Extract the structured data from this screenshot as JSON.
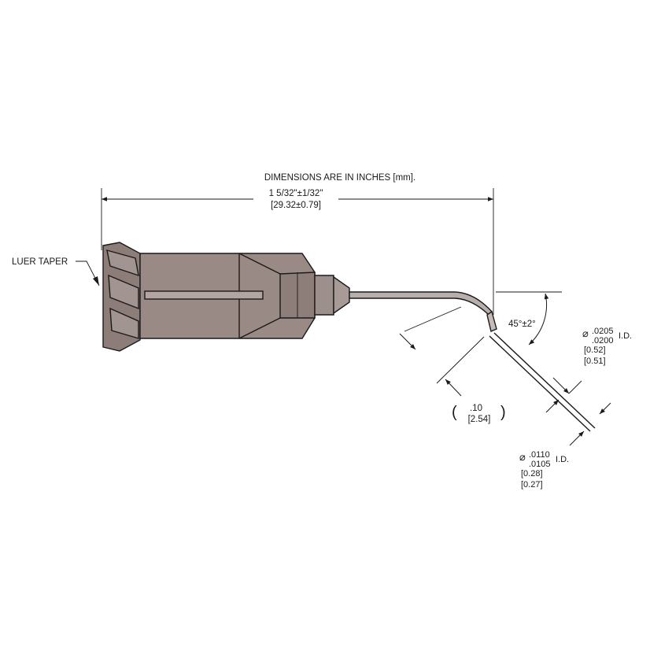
{
  "drawing": {
    "note": "DIMENSIONS ARE IN INCHES [mm].",
    "overall_length_in": "1 5/32\"±1/32\"",
    "overall_length_mm": "[29.32±0.79]",
    "luer_label": "LUER TAPER",
    "bend_angle": "45°±2°",
    "bend_length_in": ".10",
    "bend_length_mm": "[2.54]",
    "od": {
      "symbol": "⌀",
      "max_in": ".0205",
      "min_in": ".0200",
      "suffix": "I.D.",
      "max_mm": "[0.52]",
      "min_mm": "[0.51]"
    },
    "id": {
      "symbol": "⌀",
      "max_in": ".0110",
      "min_in": ".0105",
      "suffix": "I.D.",
      "max_mm": "[0.28]",
      "min_mm": "[0.27]"
    }
  },
  "colors": {
    "hub_fill": "#9a8a86",
    "hub_dark": "#6f625f",
    "line": "#1a1a1a",
    "cannula_fill": "#b8aeab"
  }
}
